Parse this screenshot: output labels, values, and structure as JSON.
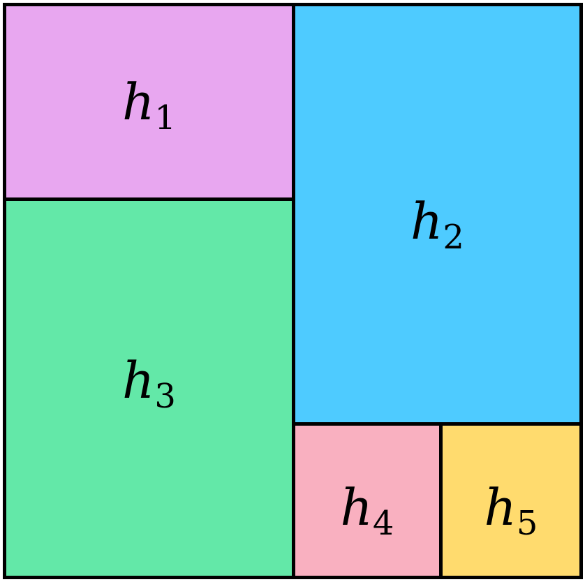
{
  "regions": [
    {
      "id": "r1",
      "symbol": "h",
      "index": "1",
      "color": "#e8a7f0"
    },
    {
      "id": "r2",
      "symbol": "h",
      "index": "2",
      "color": "#4ecbff"
    },
    {
      "id": "r3",
      "symbol": "h",
      "index": "3",
      "color": "#63e8a8"
    },
    {
      "id": "r4",
      "symbol": "h",
      "index": "4",
      "color": "#f9b0c0"
    },
    {
      "id": "r5",
      "symbol": "h",
      "index": "5",
      "color": "#ffdb6e"
    }
  ]
}
